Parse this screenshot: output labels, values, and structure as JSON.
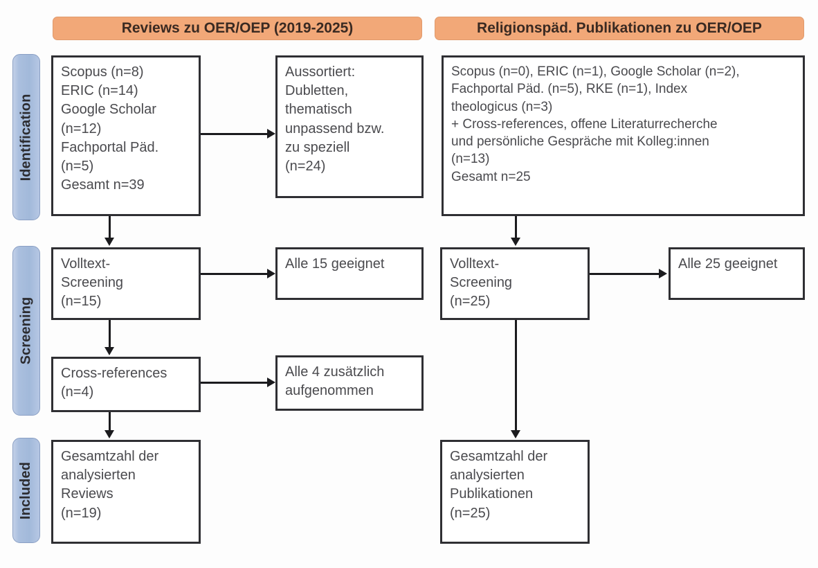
{
  "diagram": {
    "type": "prisma-flow-diagram",
    "accent_orange": "#F2A878",
    "accent_blue": "#A8BCDC",
    "box_border": "#2F2F33",
    "text_color": "#4A4A4E"
  },
  "stages": [
    {
      "label": "Identification"
    },
    {
      "label": "Screening"
    },
    {
      "label": "Included"
    }
  ],
  "columns": [
    {
      "header": "Reviews zu OER/OEP (2019-2025)"
    },
    {
      "header": "Religionspäd. Publikationen zu OER/OEP"
    }
  ],
  "left_column": {
    "identification_sources": "Scopus (n=8)\nERIC (n=14)\nGoogle Scholar\n(n=12)\nFachportal Päd.\n(n=5)\nGesamt n=39",
    "excluded": "Aussortiert:\nDubletten,\nthematisch\nunpassend bzw.\nzu speziell\n(n=24)",
    "fulltext_screening": "Volltext-\nScreening\n(n=15)",
    "fulltext_result": "Alle 15 geeignet",
    "cross_references": "Cross-references\n(n=4)",
    "cross_references_result": "Alle 4 zusätzlich\naufgenommen",
    "included": "Gesamtzahl der\nanalysierten\nReviews\n(n=19)"
  },
  "right_column": {
    "identification_sources": "Scopus (n=0), ERIC (n=1), Google Scholar (n=2),\nFachportal Päd. (n=5), RKE (n=1), Index\ntheologicus (n=3)\n+ Cross-references, offene Literaturrecherche\nund persönliche Gespräche mit Kolleg:innen\n(n=13)\nGesamt n=25",
    "fulltext_screening": "Volltext-\nScreening\n(n=25)",
    "fulltext_result": "Alle 25 geeignet",
    "included": "Gesamtzahl der\nanalysierten\nPublikationen\n(n=25)"
  }
}
